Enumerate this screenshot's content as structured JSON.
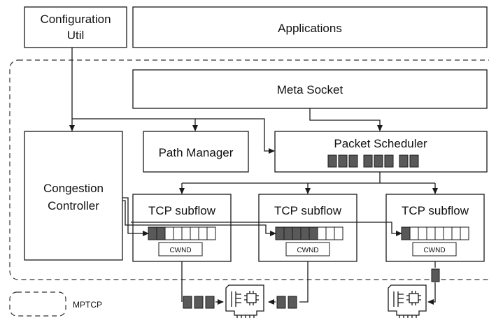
{
  "boxes": {
    "config_util": [
      "Configuration",
      "Util"
    ],
    "applications": "Applications",
    "meta_socket": "Meta Socket",
    "path_manager": "Path Manager",
    "packet_scheduler": "Packet Scheduler",
    "congestion_controller": [
      "Congestion",
      "Controller"
    ],
    "subflows": [
      {
        "label": "TCP subflow",
        "cwnd_label": "CWND",
        "filled_slots": 2,
        "total_slots": 8
      },
      {
        "label": "TCP subflow",
        "cwnd_label": "CWND",
        "filled_slots": 5,
        "total_slots": 8
      },
      {
        "label": "TCP subflow",
        "cwnd_label": "CWND",
        "filled_slots": 1,
        "total_slots": 8
      }
    ]
  },
  "legend": {
    "mptcp_label": "MPTCP"
  },
  "colors": {
    "packet_fill": "#595959",
    "stroke": "#1a1a1a",
    "background": "#ffffff"
  }
}
